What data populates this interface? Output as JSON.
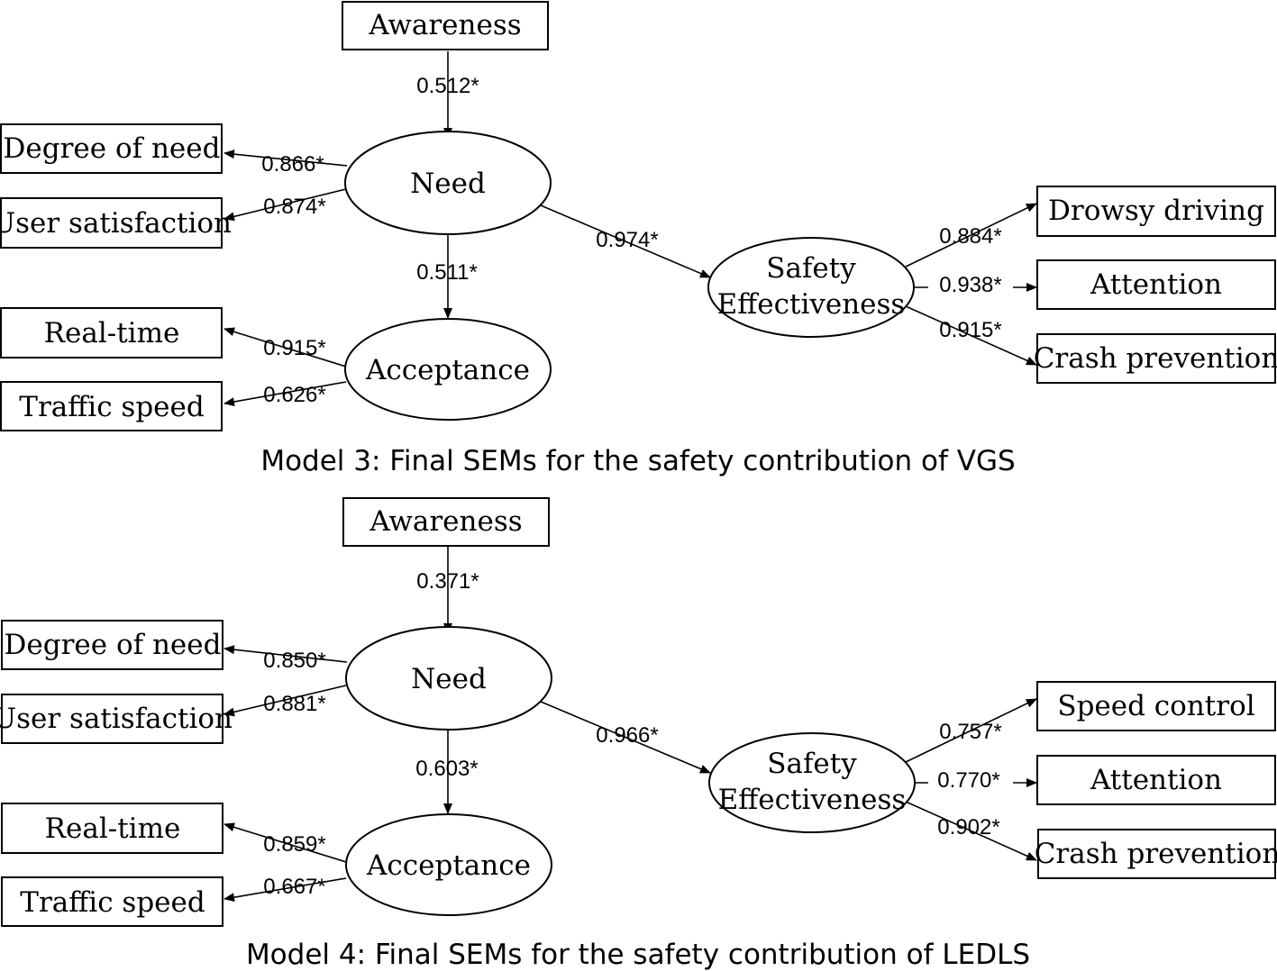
{
  "models": [
    {
      "caption": "Model 3: Final SEMs for the safety contribution of VGS",
      "nodes": {
        "awareness": "Awareness",
        "need": "Need",
        "acceptance": "Acceptance",
        "safety_line1": "Safety",
        "safety_line2": "Effectiveness",
        "degree_of_need": "Degree of need",
        "user_satisfaction": "User satisfaction",
        "real_time": "Real-time",
        "traffic_speed": "Traffic speed",
        "outcome1": "Drowsy driving",
        "outcome2": "Attention",
        "outcome3": "Crash prevention"
      },
      "coefficients": {
        "awareness_need": "0.512*",
        "need_degree": "0.866*",
        "need_user": "0.874*",
        "need_acceptance": "0.511*",
        "need_safety": "0.974*",
        "acceptance_realtime": "0.915*",
        "acceptance_speed": "0.626*",
        "safety_out1": "0.884*",
        "safety_out2": "0.938*",
        "safety_out3": "0.915*"
      }
    },
    {
      "caption": "Model 4: Final SEMs for the safety contribution of LEDLS",
      "nodes": {
        "awareness": "Awareness",
        "need": "Need",
        "acceptance": "Acceptance",
        "safety_line1": "Safety",
        "safety_line2": "Effectiveness",
        "degree_of_need": "Degree of need",
        "user_satisfaction": "User satisfaction",
        "real_time": "Real-time",
        "traffic_speed": "Traffic speed",
        "outcome1": "Speed control",
        "outcome2": "Attention",
        "outcome3": "Crash prevention"
      },
      "coefficients": {
        "awareness_need": "0.371*",
        "need_degree": "0.850*",
        "need_user": "0.881*",
        "need_acceptance": "0.603*",
        "need_safety": "0.966*",
        "acceptance_realtime": "0.859*",
        "acceptance_speed": "0.667*",
        "safety_out1": "0.757*",
        "safety_out2": "0.770*",
        "safety_out3": "0.902*"
      }
    }
  ]
}
